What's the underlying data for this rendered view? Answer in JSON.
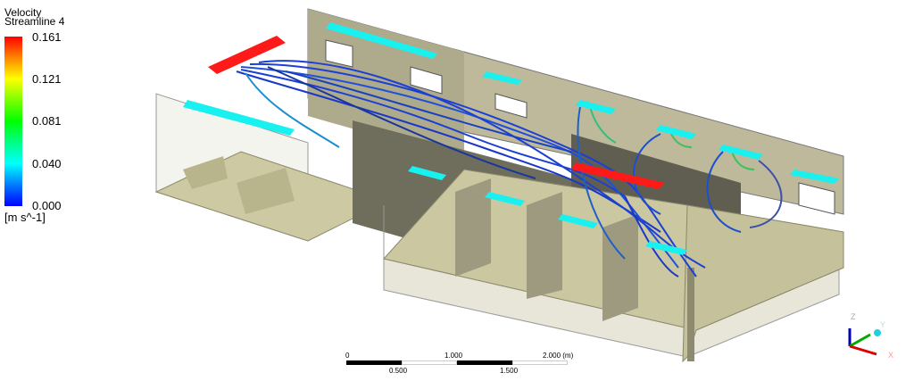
{
  "legend": {
    "title_line1": "Velocity",
    "title_line2": "Streamline 4",
    "ticks": [
      "0.161",
      "0.121",
      "0.081",
      "0.040",
      "0.000"
    ],
    "units": "[m s^-1]",
    "range": [
      0.0,
      0.161
    ]
  },
  "scale_bar": {
    "top_labels": [
      "0",
      "1.000",
      "2.000 (m)"
    ],
    "bottom_labels": [
      "0.500",
      "1.500"
    ]
  },
  "axes": {
    "z": "Z",
    "y": "Y",
    "x": "X"
  },
  "colors": {
    "inlet": "#ff1a1a",
    "outlet": "#19f0f0",
    "wall": "#c9c59c",
    "streamline": "#1a3fd0"
  }
}
